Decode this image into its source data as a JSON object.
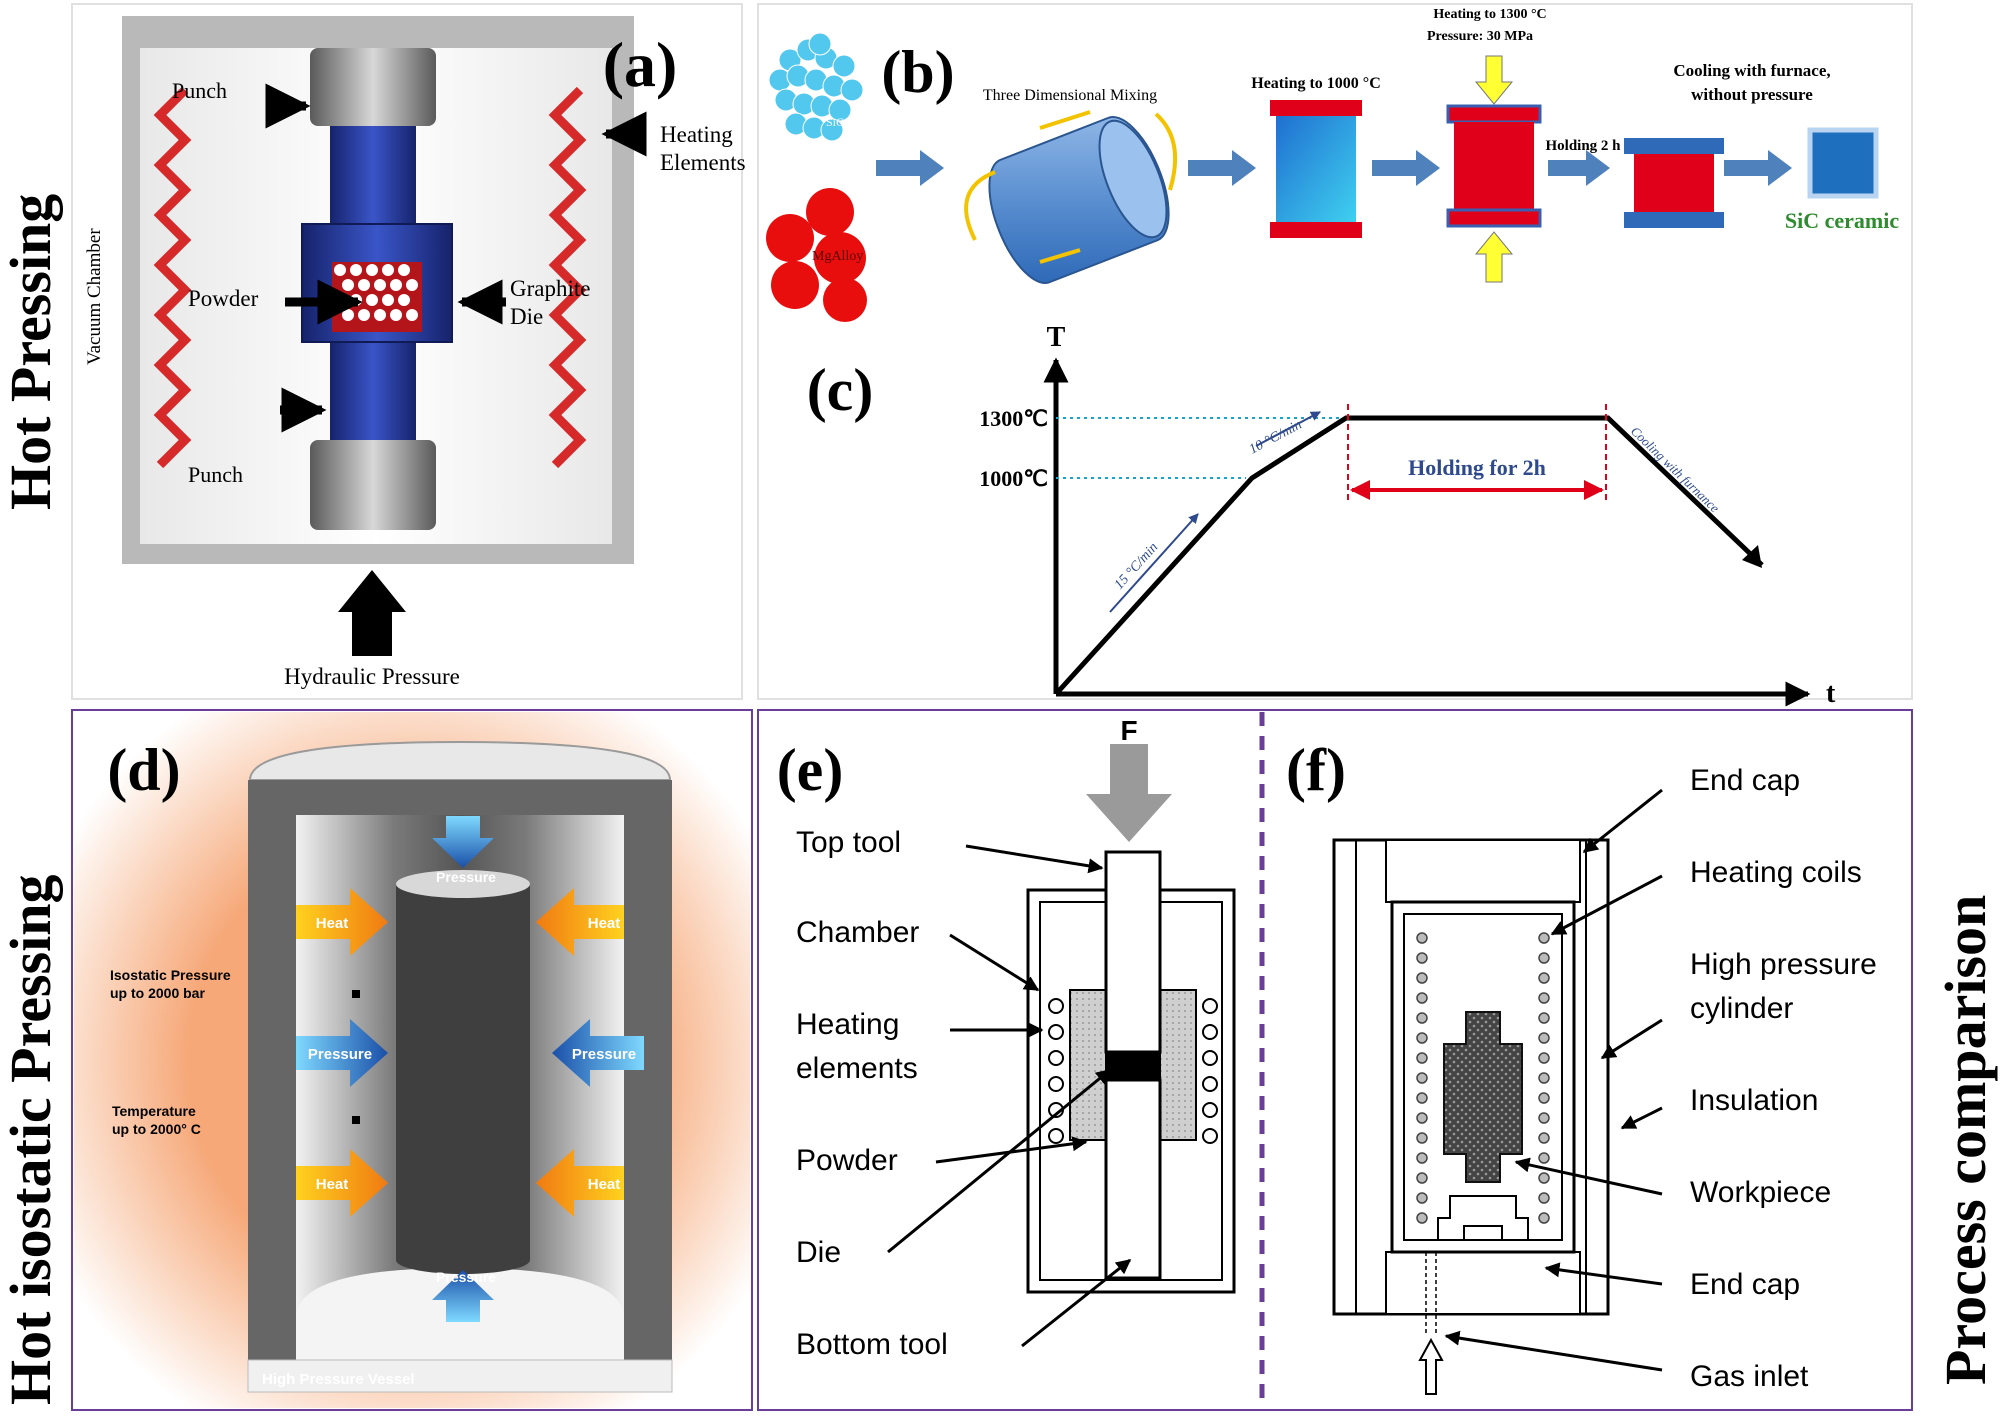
{
  "side_labels": {
    "hot_pressing": "Hot Pressing",
    "hip": "Hot isostatic Pressing",
    "comparison": "Process comparison"
  },
  "panel_a": {
    "tag": "(a)",
    "punch_top": "Punch",
    "punch_bottom": "Punch",
    "heating_1": "Heating",
    "heating_2": "Elements",
    "vacuum": "Vacuum Chamber",
    "powder": "Powder",
    "graphite_1": "Graphite",
    "graphite_2": "Die",
    "hydraulic": "Hydraulic Pressure"
  },
  "panel_b": {
    "tag": "(b)",
    "sic": "SiC",
    "mg": "MgAlloy",
    "mixing": "Three Dimensional Mixing",
    "heat1000": "Heating to 1000 °C",
    "heat1300": "Heating to 1300 °C",
    "pressure": "Pressure:  30 MPa",
    "holding": "Holding 2 h",
    "cooling_1": "Cooling with  furnace,",
    "cooling_2": "without pressure",
    "product": "SiC ceramic"
  },
  "panel_c": {
    "tag": "(c)",
    "t_axis": "T",
    "time_axis": "t",
    "t1300": "1300℃",
    "t1000": "1000℃",
    "rate15": "15 °C/min",
    "rate10": "10 °C/min",
    "holding": "Holding for 2h",
    "cooling": "Cooling with furnance"
  },
  "panel_d": {
    "tag": "(d)",
    "pressure_top": "Pressure",
    "pressure_bottom": "Pressure",
    "heat_tl": "Heat",
    "heat_tr": "Heat",
    "heat_bl": "Heat",
    "heat_br": "Heat",
    "pressure_l": "Pressure",
    "pressure_r": "Pressure",
    "iso_1": "Isostatic Pressure",
    "iso_2": "up to 2000 bar",
    "temp_1": "Temperature",
    "temp_2": "up to 2000° C",
    "vessel": "High Pressure Vessel"
  },
  "panel_e": {
    "tag": "(e)",
    "force": "F",
    "top_tool": "Top tool",
    "chamber": "Chamber",
    "heating_1": "Heating",
    "heating_2": "elements",
    "powder": "Powder",
    "die": "Die",
    "bottom_tool": "Bottom tool"
  },
  "panel_f": {
    "tag": "(f)",
    "end_cap_top": "End cap",
    "heating_coils": "Heating coils",
    "hpc_1": "High pressure",
    "hpc_2": "cylinder",
    "insulation": "Insulation",
    "workpiece": "Workpiece",
    "end_cap_bottom": "End cap",
    "gas_inlet": "Gas inlet"
  },
  "colors": {
    "frame_purple": "#6a3d9a",
    "blue_arrow": "#4f81bd",
    "red": "#e0001a",
    "heater_red": "#d62a2a",
    "die_blue": "#2b3fa0",
    "green_text": "#2e8b2e",
    "hold_text": "#2e4a8c"
  }
}
